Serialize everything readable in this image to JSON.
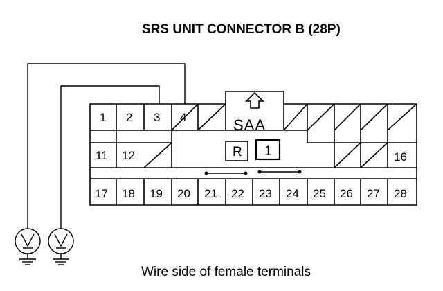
{
  "title": "SRS UNIT CONNECTOR B (28P)",
  "caption": "Wire side of female terminals",
  "label_saa": "SAA",
  "label_r": "R",
  "label_one": "1",
  "row1_terminals": [
    "1",
    "2",
    "3",
    "4"
  ],
  "row2_terminals": [
    "11",
    "12",
    "16"
  ],
  "row3_terminals": [
    "17",
    "18",
    "19",
    "20",
    "21",
    "22",
    "23",
    "24",
    "25",
    "26",
    "27",
    "28"
  ],
  "meters": [
    {
      "name": "voltmeter-left",
      "symbol": "V"
    },
    {
      "name": "voltmeter-right",
      "symbol": "V"
    }
  ]
}
